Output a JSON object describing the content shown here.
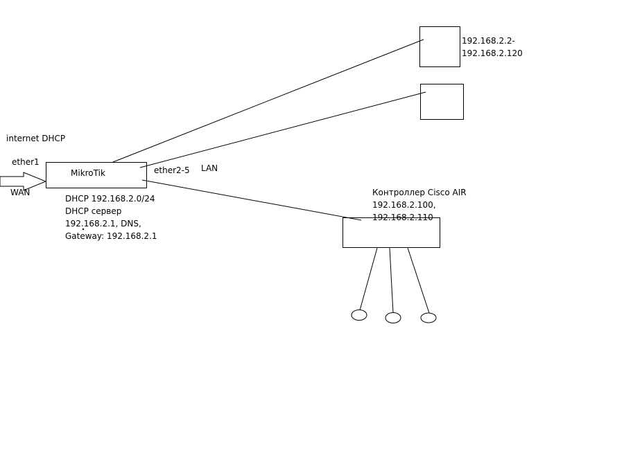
{
  "diagram": {
    "internet_label": "internet DHCP",
    "ether1_label": "ether1",
    "wan_label": "WAN",
    "router_label": "MikroTik",
    "ether_lan_label": "ether2-5",
    "lan_label": "LAN",
    "router_info": "DHCP 192.168.2.0/24\nDHCP сервер\n192.168.2.1, DNS,\nGateway: 192.168.2.1",
    "client_range": "192.168.2.2-\n192.168.2.120",
    "controller_info": "Контроллер Cisco AIR\n192.168.2.100,\n192.168.2.110",
    "line_color": "#000000",
    "box_fill": "#ffffff"
  }
}
